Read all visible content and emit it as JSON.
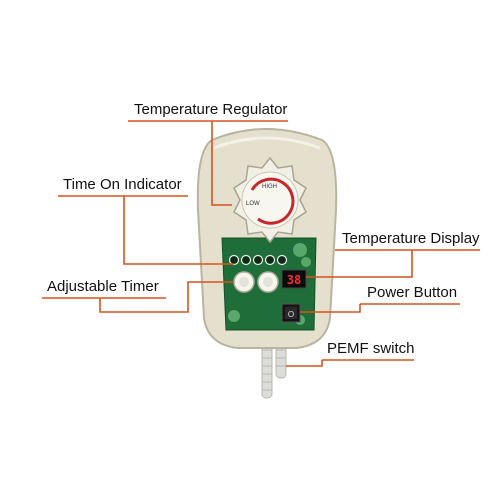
{
  "callouts": {
    "temperature_regulator": "Temperature Regulator",
    "time_on_indicator": "Time On Indicator",
    "temperature_display": "Temperature Display",
    "adjustable_timer": "Adjustable Timer",
    "power_button": "Power Button",
    "pemf_switch": "PEMF switch"
  },
  "device": {
    "dial_high": "HIGH",
    "dial_low": "LOW",
    "display_reading": "38",
    "power_symbol": "O"
  },
  "colors": {
    "leader_line": "#d9531e",
    "housing": "#e4e0cd",
    "panel_green": "#1f6e3a",
    "dial_red": "#c8262b",
    "display_red": "#ff2a2a"
  }
}
